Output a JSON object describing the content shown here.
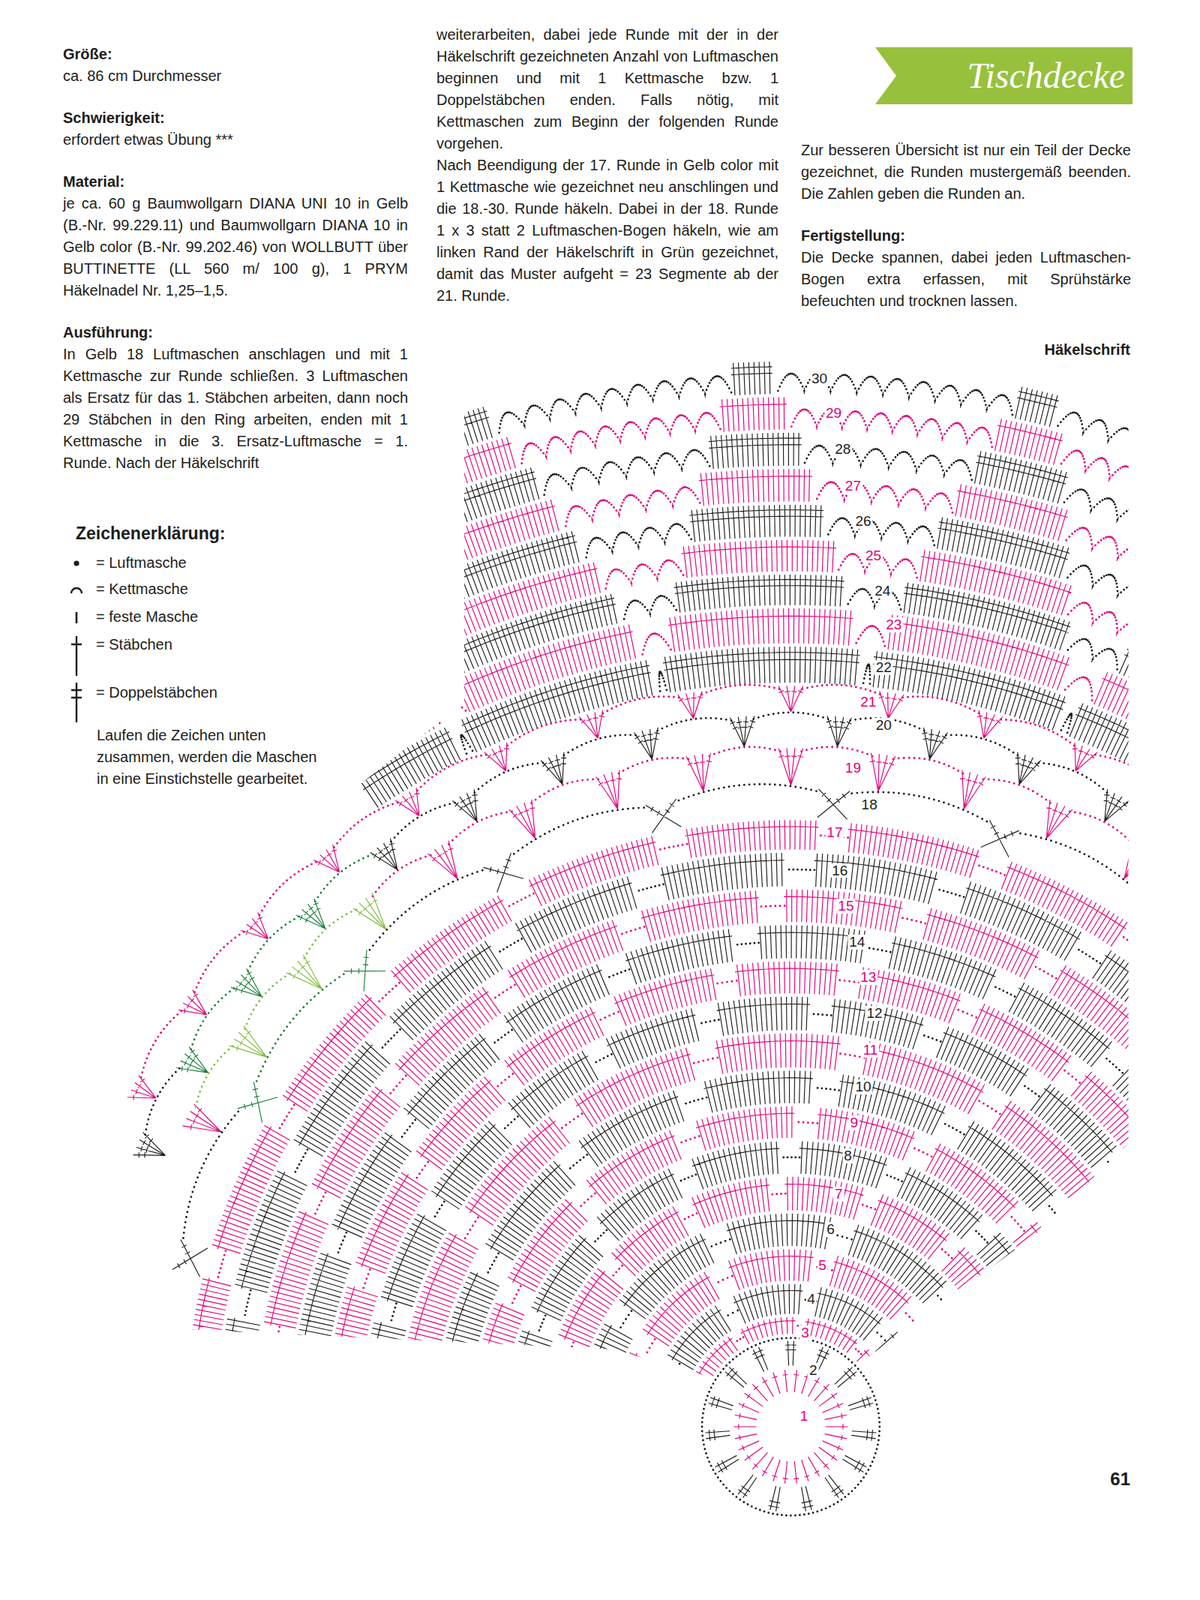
{
  "diagram": {
    "nodes": [
      {
        "text": [
          "Tischdecke"
        ]
      }
    ],
    "labels": [
      "Größe:",
      "ca. 86 cm Durchmesser",
      "Schwierigkeit:",
      "erfordert etwas Übung ***",
      "Material:",
      "je ca. 60 g Baumwollgarn DIANA UNI 10 in Gelb (B.-Nr. 99.229.11) und Baumwollgarn DIANA 10 in Gelb color (B.-Nr. 99.202.46) von WOLLBUTT über BUTTINETTE (LL 560 m/ 100 g), 1 PRYM Häkelnadel Nr. 1,25–1,5.",
      "Ausführung:",
      "In Gelb 18 Luftmaschen anschlagen und mit 1 Kettmasche zur Runde schließen. 3 Luftmaschen als Ersatz für das 1. Stäbchen arbeiten, dann noch 29 Stäbchen in den Ring arbeiten, enden mit 1 Kettmasche in die 3. Ersatz-Luftmasche = 1. Runde. Nach der Häkelschrift",
      "weiterarbeiten, dabei jede Runde mit der in der Häkelschrift gezeichneten Anzahl von Luftmaschen beginnen und mit 1 Kettmasche bzw. 1 Doppelstäbchen enden. Falls nötig, mit Kettmaschen zum Beginn der folgenden Runde vorgehen.",
      "Nach Beendigung der 17. Runde in Gelb color mit 1 Kettmasche wie gezeichnet neu anschlingen und die 18.-30. Runde häkeln. Dabei in der 18. Runde 1 x 3 statt 2 Luftmaschen-Bogen häkeln, wie am linken Rand der Häkelschrift in Grün gezeichnet, damit das Muster aufgeht = 23 Segmente ab der 21. Runde.",
      "Zeichenerklärung:",
      "Laufen die Zeichen unten zusammen, werden die Maschen in eine Einstichstelle gearbeitet.",
      "Zur besseren Übersicht ist nur ein Teil der Decke gezeichnet, die Runden mustergemäß beenden. Die Zahlen geben die Runden an.",
      "Fertigstellung:",
      "Die Decke spannen, dabei jeden Luftmaschen-Bogen extra erfassen, mit Sprühstärke befeuchten und trocknen lassen.",
      "Häkelschrift",
      "30",
      "29",
      "28",
      "27",
      "26",
      "25",
      "24",
      "23",
      "22",
      "21",
      "20",
      "19",
      "18",
      "17",
      "16",
      "15",
      "14",
      "13",
      "12",
      "11",
      "10",
      "9",
      "8",
      "7",
      "6",
      "5",
      "4",
      "3",
      "2",
      "1",
      "61"
    ],
    "legend": [
      {
        "text": "= Luftmasche"
      },
      {
        "text": "= Kettmasche"
      },
      {
        "text": "= feste Masche"
      },
      {
        "text": "= Stäbchen"
      },
      {
        "text": "= Doppelstäbchen"
      }
    ]
  }
}
